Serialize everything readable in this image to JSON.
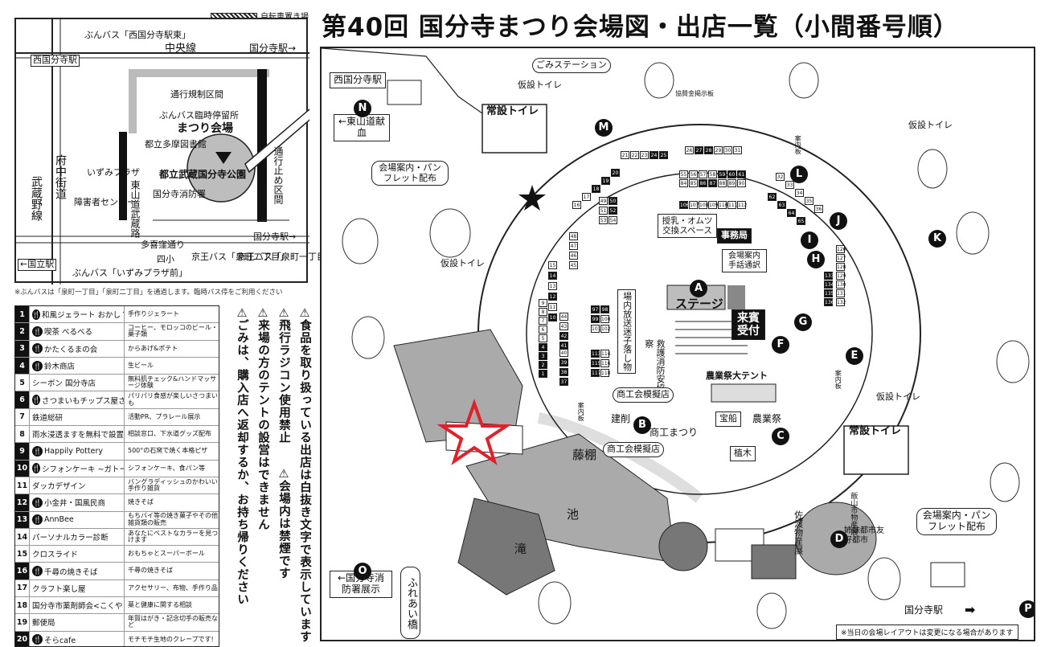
{
  "title": "第40回 国分寺まつり会場図・出店一覧（小間番号順）",
  "inset": {
    "bike_legend": "自転車置き場",
    "bunbus_nishi_higashi": "ぶんバス「西国分寺駅東」",
    "chuo_line": "中央線",
    "kokubunji_station_top": "国分寺駅→",
    "nishi_kokubunji_station": "西国分寺駅",
    "traffic_control": "通行規制区間",
    "bunbus_temp_stop": "ぶんバス臨時停留所",
    "venue": "まつり会場",
    "library": "都立多摩図書館",
    "park": "都立武蔵国分寺公園",
    "closed_section": "通行止め区間",
    "fuchu_kaido": "府中街道",
    "musashino_line": "武蔵野線",
    "izumi_plaza": "いずみプラザ",
    "disability_center": "障害者センター",
    "higashiyamamichi": "東山道武蔵路",
    "kokubunji_fire": "国分寺消防署",
    "tama_kisa_road": "多喜窪通り",
    "kokubunji_station_bottom": "国分寺駅→",
    "kuni_bridge": "←国立駅",
    "yonsho": "四小",
    "keio_bus_2": "京王バス「泉町二丁目」",
    "keio_bus_1": "京王バス「泉町一丁目」",
    "bunbus_izumi": "ぶんバス「いずみプラザ前」",
    "note": "※ぶんバスは「泉町一丁目」「泉町二丁目」を通過します。臨時バス停をご利用ください"
  },
  "vendors": [
    {
      "num": "1",
      "dark": true,
      "fork": true,
      "name": "和風ジェラート おかし TOKYO",
      "desc": "手作りジェラート"
    },
    {
      "num": "2",
      "dark": true,
      "fork": true,
      "name": "喫茶 べるべる",
      "desc": "コーヒー、モロッコのビール・菓子類"
    },
    {
      "num": "3",
      "dark": true,
      "fork": true,
      "name": "かたくるまの会",
      "desc": "からあげ&ポテト"
    },
    {
      "num": "4",
      "dark": true,
      "fork": true,
      "name": "鈴木商店",
      "desc": "生ビール"
    },
    {
      "num": "5",
      "dark": false,
      "fork": false,
      "name": "シーボン 国分寺店",
      "desc": "無料肌チェック&ハンドマッサージ体験"
    },
    {
      "num": "6",
      "dark": true,
      "fork": true,
      "name": "さつまいもチップス屋さん",
      "desc": "パリパリ食感が楽しいさつまいも"
    },
    {
      "num": "7",
      "dark": false,
      "fork": false,
      "name": "鉄道総研",
      "desc": "活動PR、プラレール展示"
    },
    {
      "num": "8",
      "dark": false,
      "fork": false,
      "name": "雨水浸透ますを無料で設置します",
      "desc": "相談窓口、下水道グッズ配布"
    },
    {
      "num": "9",
      "dark": true,
      "fork": true,
      "name": "Happily Pottery",
      "desc": "500°の石窯で焼く本格ピザ"
    },
    {
      "num": "10",
      "dark": true,
      "fork": true,
      "name": "シフォンケーキ ~ガトーアンローズ~",
      "desc": "シフォンケーキ、食パン等"
    },
    {
      "num": "11",
      "dark": false,
      "fork": false,
      "name": "ダッカデザイン",
      "desc": "バングラディッシュのかわいい手作り雑貨"
    },
    {
      "num": "12",
      "dark": true,
      "fork": true,
      "name": "小金井・国風民商",
      "desc": "焼きそば"
    },
    {
      "num": "13",
      "dark": true,
      "fork": true,
      "name": "AnnBee",
      "desc": "もちバイ等の焼き菓子やその他雑貨類の販売"
    },
    {
      "num": "14",
      "dark": false,
      "fork": false,
      "name": "パーソナルカラー診断",
      "desc": "あなたにベストなカラーを見つけます"
    },
    {
      "num": "15",
      "dark": false,
      "fork": false,
      "name": "クロスライド",
      "desc": "おもちゃとスーパーボール"
    },
    {
      "num": "16",
      "dark": true,
      "fork": true,
      "name": "千尋の焼きそば",
      "desc": "千尋の焼きそば"
    },
    {
      "num": "17",
      "dark": false,
      "fork": false,
      "name": "クラフト楽し屋",
      "desc": "アクセサリー、布物、手作り品"
    },
    {
      "num": "18",
      "dark": false,
      "fork": false,
      "name": "国分寺市薬剤師会<こくやく>",
      "desc": "薬と健康に関する相談"
    },
    {
      "num": "19",
      "dark": false,
      "fork": false,
      "name": "郵便局",
      "desc": "年賀はがき・記念切手の販売など"
    },
    {
      "num": "20",
      "dark": true,
      "fork": true,
      "name": "そらcafe",
      "desc": "モチモチ生地のクレープです!"
    }
  ],
  "notices": [
    "食品を取り扱っている出店は白抜き文字で表示しています",
    "飛行ラジコン使用禁止",
    "来場の方のテントの設営はできません",
    "ごみは、購入店へ返却するか、お持ち帰りください",
    "会場内は禁煙です"
  ],
  "map": {
    "nishi_kokubunji_arrow": "西国分寺駅",
    "gomi_station": "ごみステーション",
    "kasetsu_toilet_1": "仮設トイレ",
    "josetsu_toilet_1": "常設トイレ",
    "kyosan_board": "協賛金掲示板",
    "higashiyama_kenketsu": "←東山道献血",
    "info_pamphlet_1": "会場案内・パンフレット配布",
    "kasetsu_toilet_2": "仮設トイレ",
    "kasetsu_toilet_3": "仮設トイレ",
    "annai_board_1": "案内板",
    "junyu_space": "授乳・オムツ交換スペース",
    "jimukyoku": "事務局",
    "annai_shuwa": "会場案内手話通訳",
    "broadcast": "場内放送迷子落し物",
    "stage": "ステージ",
    "raihin": "来賓受付",
    "rescue": "救護消防安協警察",
    "nogyo_tent": "農業祭大テント",
    "annai_board_2": "案内板",
    "annai_board_3": "案内板",
    "kasetsu_toilet_4": "仮設トイレ",
    "josetsu_toilet_2": "常設トイレ",
    "shoko_1": "商工会模擬店",
    "kenso": "建削",
    "shoko_matsuri": "商工まつり",
    "shoko_2": "商工会模擬店",
    "takarabune": "宝船",
    "nogyosai": "農業祭",
    "ueki": "植木",
    "fuji_tana": "藤棚",
    "pond": "池",
    "waterfall": "滝",
    "fureai_bridge": "ふれあい橋",
    "iiyama": "飯山市物産展",
    "sado": "佐渡物産展",
    "shimai": "姉妹都市友好都市",
    "info_pamphlet_2": "会場案内・パンフレット配布",
    "fire_dept_exhibit": "←国分寺消防署展示",
    "kokubunji_station_arrow": "国分寺駅",
    "layout_note": "※当日の会場レイアウトは変更になる場合があります"
  },
  "circle_labels": [
    "A",
    "B",
    "C",
    "D",
    "E",
    "F",
    "G",
    "H",
    "I",
    "J",
    "K",
    "L",
    "M",
    "N",
    "O",
    "P"
  ]
}
